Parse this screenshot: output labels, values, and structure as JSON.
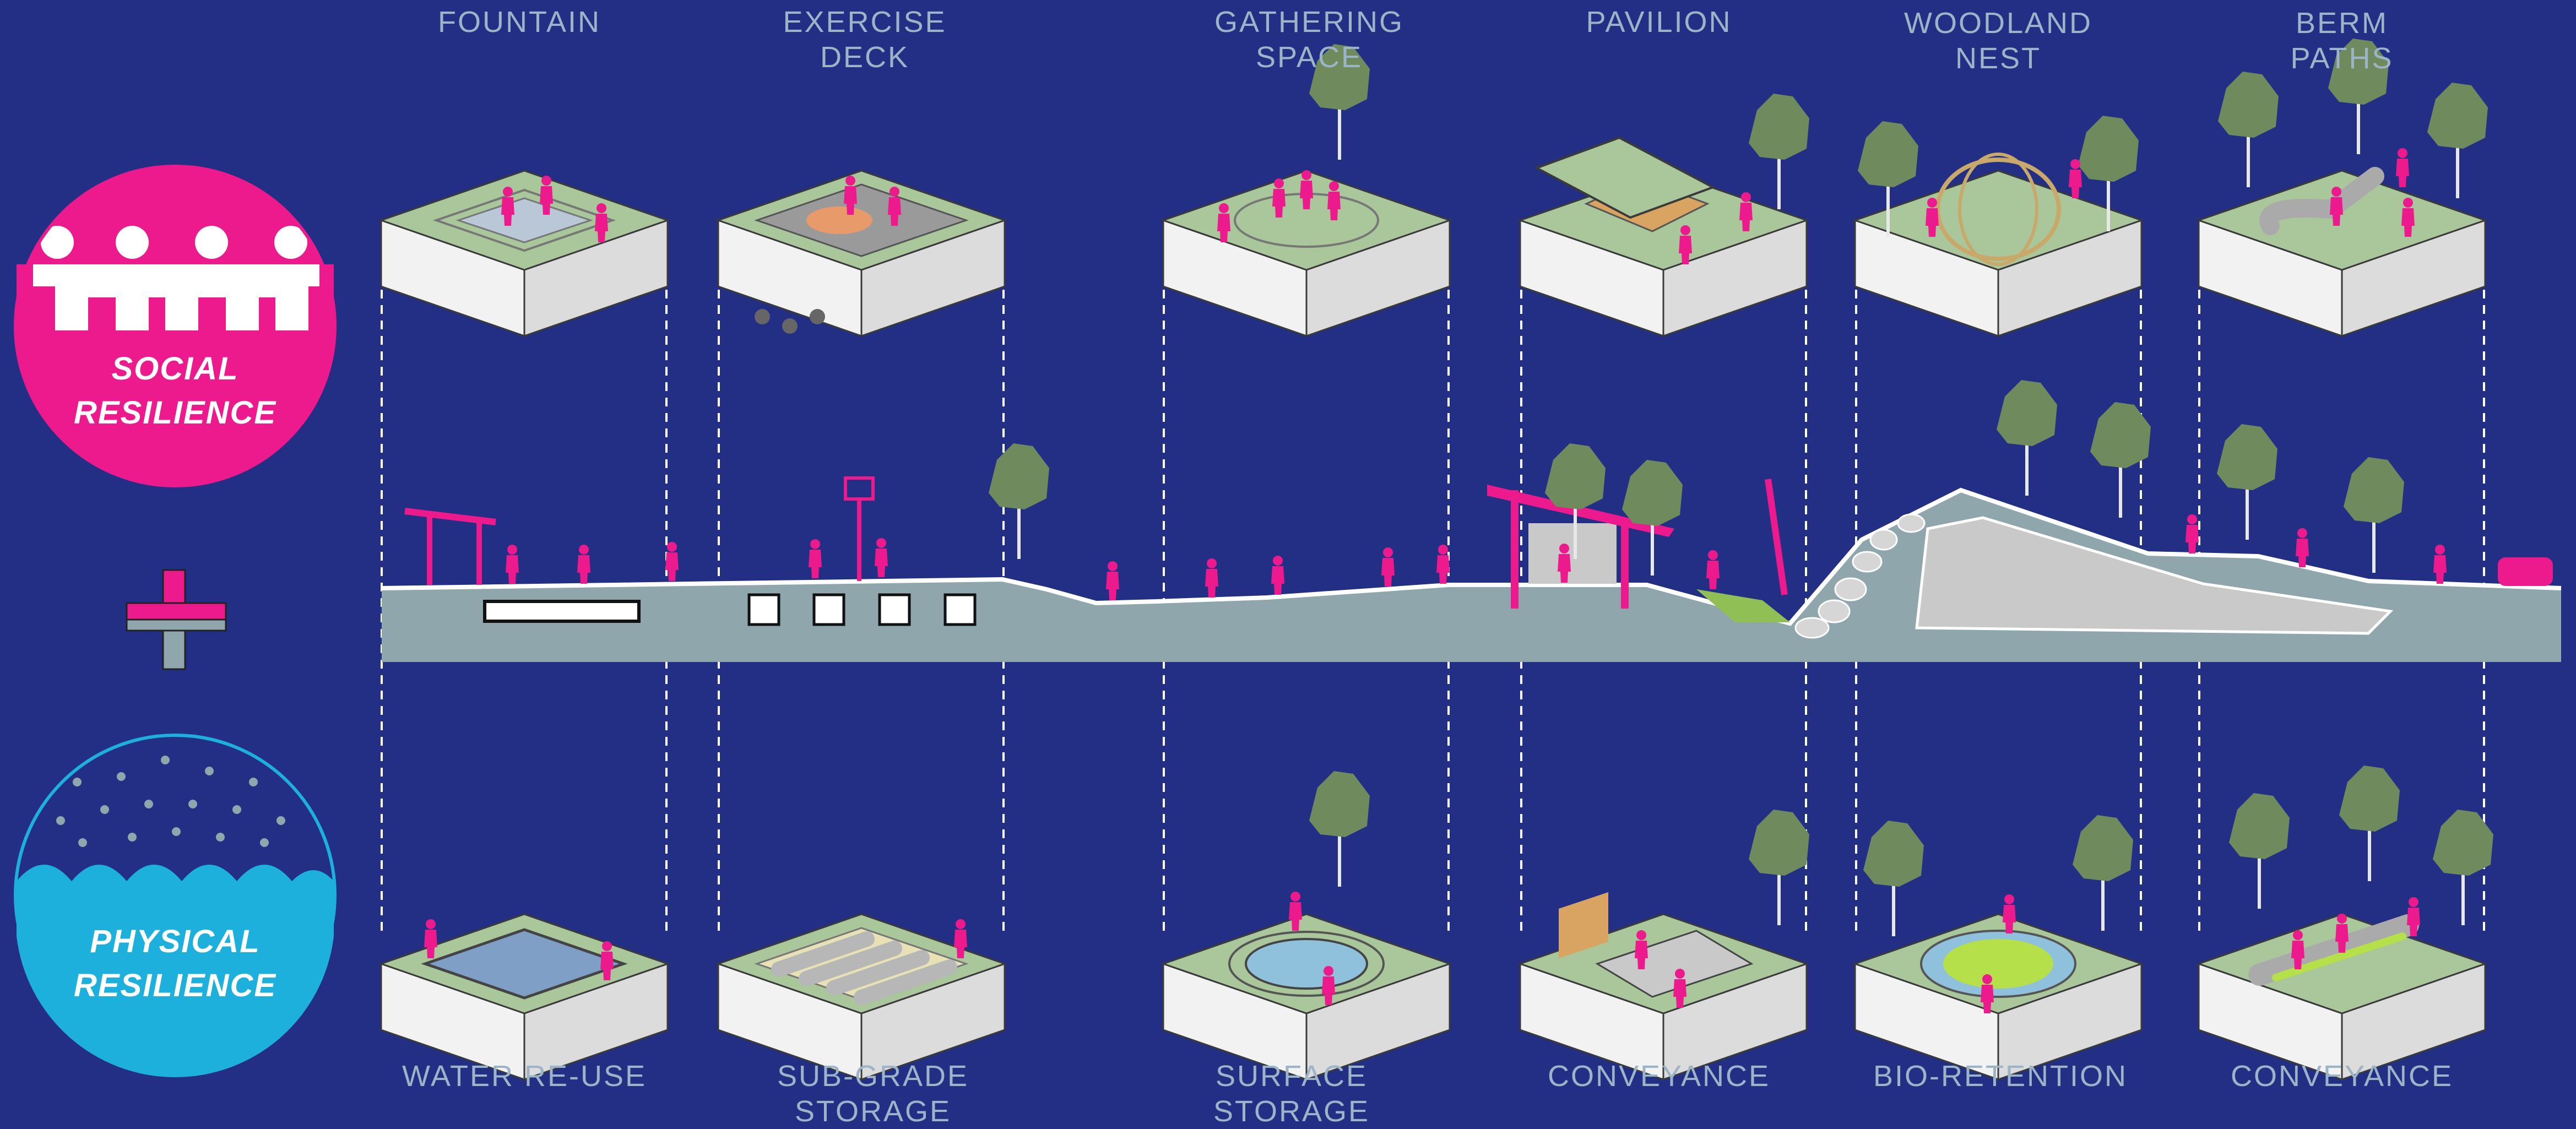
{
  "top_labels": [
    {
      "line1": "FOUNTAIN",
      "line2": ""
    },
    {
      "line1": "EXERCISE",
      "line2": "DECK"
    },
    {
      "line1": "GATHERING",
      "line2": "SPACE"
    },
    {
      "line1": "PAVILION",
      "line2": ""
    },
    {
      "line1": "WOODLAND",
      "line2": "NEST"
    },
    {
      "line1": "BERM",
      "line2": "PATHS"
    }
  ],
  "bottom_labels": [
    {
      "line1": "WATER RE-USE",
      "line2": ""
    },
    {
      "line1": "SUB-GRADE",
      "line2": "STORAGE"
    },
    {
      "line1": "SURFACE",
      "line2": "STORAGE"
    },
    {
      "line1": "CONVEYANCE",
      "line2": ""
    },
    {
      "line1": "BIO-RETENTION",
      "line2": ""
    },
    {
      "line1": "CONVEYANCE",
      "line2": ""
    }
  ],
  "social_badge": {
    "line1": "SOCIAL",
    "line2": "RESILIENCE",
    "color": "#ec1a8c"
  },
  "physical_badge": {
    "line1": "PHYSICAL",
    "line2": "RESILIENCE",
    "color": "#1db0dc"
  },
  "colors": {
    "background": "#232f85",
    "ground": "#8fa6ad",
    "grass": "#a9c79a",
    "tree": "#6f8a5c",
    "people": "#ec1a8c",
    "label": "#9cb4c8"
  }
}
